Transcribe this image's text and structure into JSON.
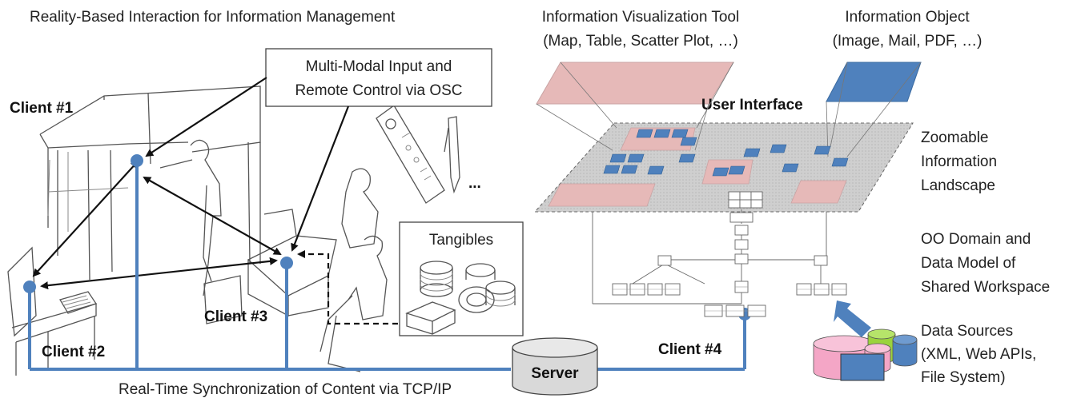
{
  "title": "Reality-Based Interaction for Information Management",
  "visualization_tool": {
    "line1": "Information Visualization Tool",
    "line2": "(Map, Table, Scatter Plot, …)"
  },
  "information_object": {
    "line1": "Information Object",
    "line2": "(Image, Mail, PDF, …)"
  },
  "multimodal_box": {
    "line1": "Multi-Modal Input and",
    "line2": "Remote Control via OSC"
  },
  "user_interface": "User Interface",
  "zoomable": [
    "Zoomable",
    "Information",
    "Landscape"
  ],
  "oo_domain": [
    "OO Domain and",
    "Data Model of",
    "Shared Workspace"
  ],
  "data_sources": [
    "Data Sources",
    "(XML, Web APIs,",
    "File System)"
  ],
  "tangibles": "Tangibles",
  "ellipsis": "...",
  "clients": {
    "client1": "Client #1",
    "client2": "Client #2",
    "client3": "Client #3",
    "client4": "Client #4"
  },
  "server": "Server",
  "sync": "Real-Time Synchronization of Content via TCP/IP",
  "colors": {
    "network": "#4f81bd",
    "pink": "#e6b9b8",
    "blue": "#4f81bd",
    "landscape": "#c8c8c8",
    "db_pink": "#f4a6c6",
    "db_green": "#9bd33d",
    "db_blue": "#4f81bd"
  },
  "icons": [
    "wii-remote-icon",
    "pen-icon",
    "coin-stack-icon",
    "database-icon"
  ]
}
